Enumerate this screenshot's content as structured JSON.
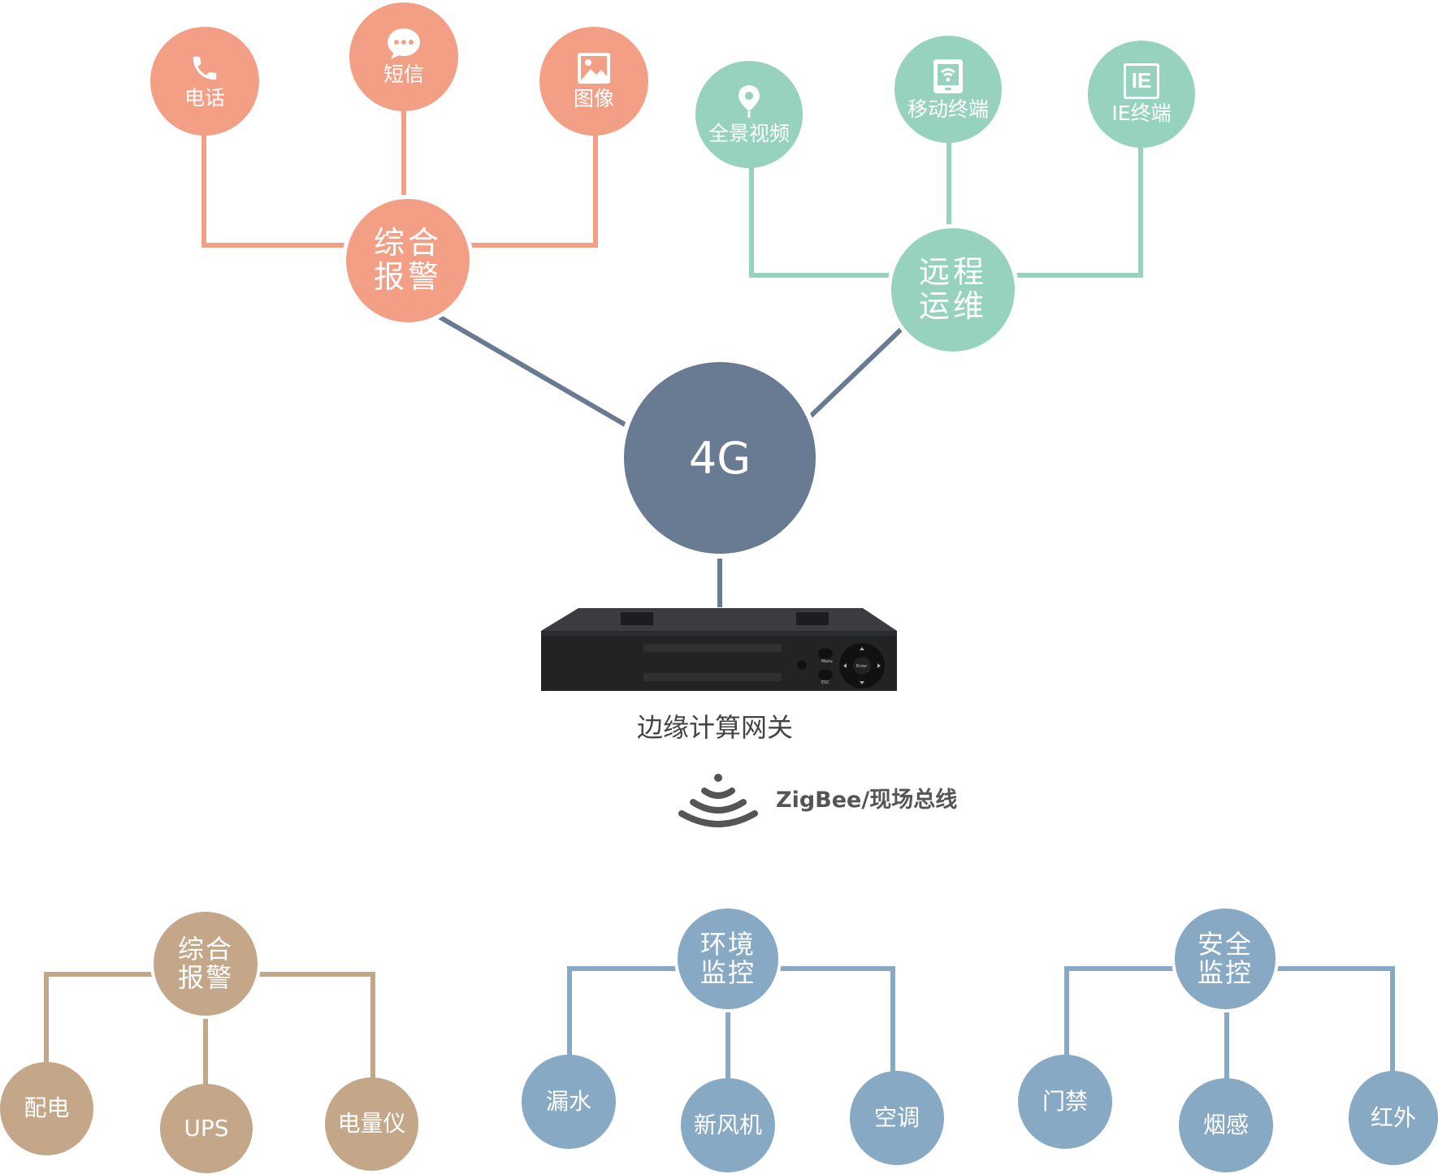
{
  "center": {
    "label": "4G"
  },
  "device": {
    "label": "边缘计算网关",
    "panel_menu": "Menu",
    "panel_esc": "ESC",
    "panel_enter": "Enter"
  },
  "bus": {
    "label": "ZigBee/现场总线",
    "icon": "wireless-signal-icon"
  },
  "top_left": {
    "hub": "综合\n报警",
    "hub_line1": "综合",
    "hub_line2": "报警",
    "leaves": [
      {
        "label": "电话",
        "icon": "phone-icon"
      },
      {
        "label": "短信",
        "icon": "chat-bubble-icon"
      },
      {
        "label": "图像",
        "icon": "image-icon"
      }
    ]
  },
  "top_right": {
    "hub_line1": "远程",
    "hub_line2": "运维",
    "leaves": [
      {
        "label": "全景视频",
        "icon": "location-pin-icon"
      },
      {
        "label": "移动终端",
        "icon": "mobile-wifi-icon"
      },
      {
        "label": "IE终端",
        "icon": "ie-icon",
        "icon_text": "IE"
      }
    ]
  },
  "bottom_1": {
    "hub_line1": "综合",
    "hub_line2": "报警",
    "leaves": [
      {
        "label": "配电"
      },
      {
        "label": "UPS"
      },
      {
        "label": "电量仪"
      }
    ]
  },
  "bottom_2": {
    "hub_line1": "环境",
    "hub_line2": "监控",
    "leaves": [
      {
        "label": "漏水"
      },
      {
        "label": "新风机"
      },
      {
        "label": "空调"
      }
    ]
  },
  "bottom_3": {
    "hub_line1": "安全",
    "hub_line2": "监控",
    "leaves": [
      {
        "label": "门禁"
      },
      {
        "label": "烟感"
      },
      {
        "label": "红外"
      }
    ]
  },
  "colors": {
    "salmon": "#f39f86",
    "mint": "#97d2be",
    "slate": "#687b92",
    "tan": "#c4a688",
    "steel": "#87a9c4"
  }
}
